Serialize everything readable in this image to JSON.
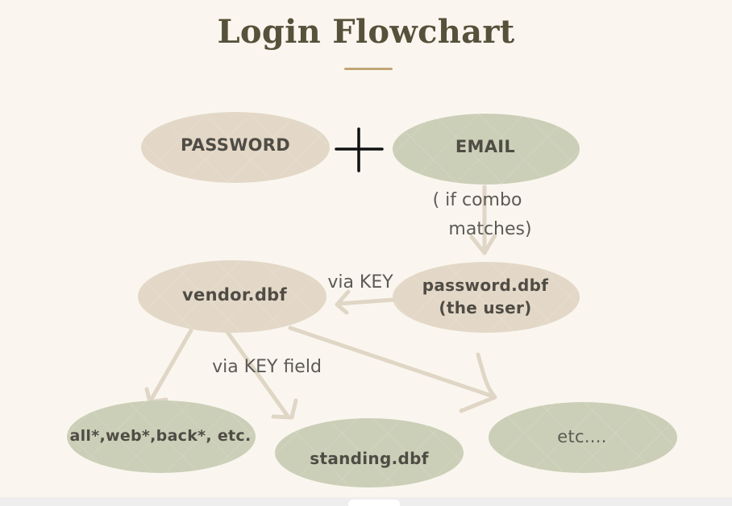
{
  "title": "Login Flowchart",
  "colors": {
    "background": "#faf6ef",
    "title": "#55513a",
    "accent_rule": "#c2a576",
    "node_tan": "#e3d8c7",
    "node_sage": "#cbcfb7",
    "arrow": "#e0d6c6",
    "plus": "#111111"
  },
  "icons": {
    "operator": "plus-icon"
  },
  "nodes": {
    "password": "PASSWORD",
    "email": "EMAIL",
    "vendor": "vendor.dbf",
    "password_dbf": "password.dbf",
    "password_dbf_sub": "(the user)",
    "all": "all*,web*,back*, etc.",
    "standing": "standing.dbf",
    "etc": "etc...."
  },
  "edges": {
    "email_to_password_dbf_line1": "( if combo",
    "email_to_password_dbf_line2": "matches)",
    "password_dbf_to_vendor": "via KEY",
    "vendor_to_children": "via KEY field"
  }
}
